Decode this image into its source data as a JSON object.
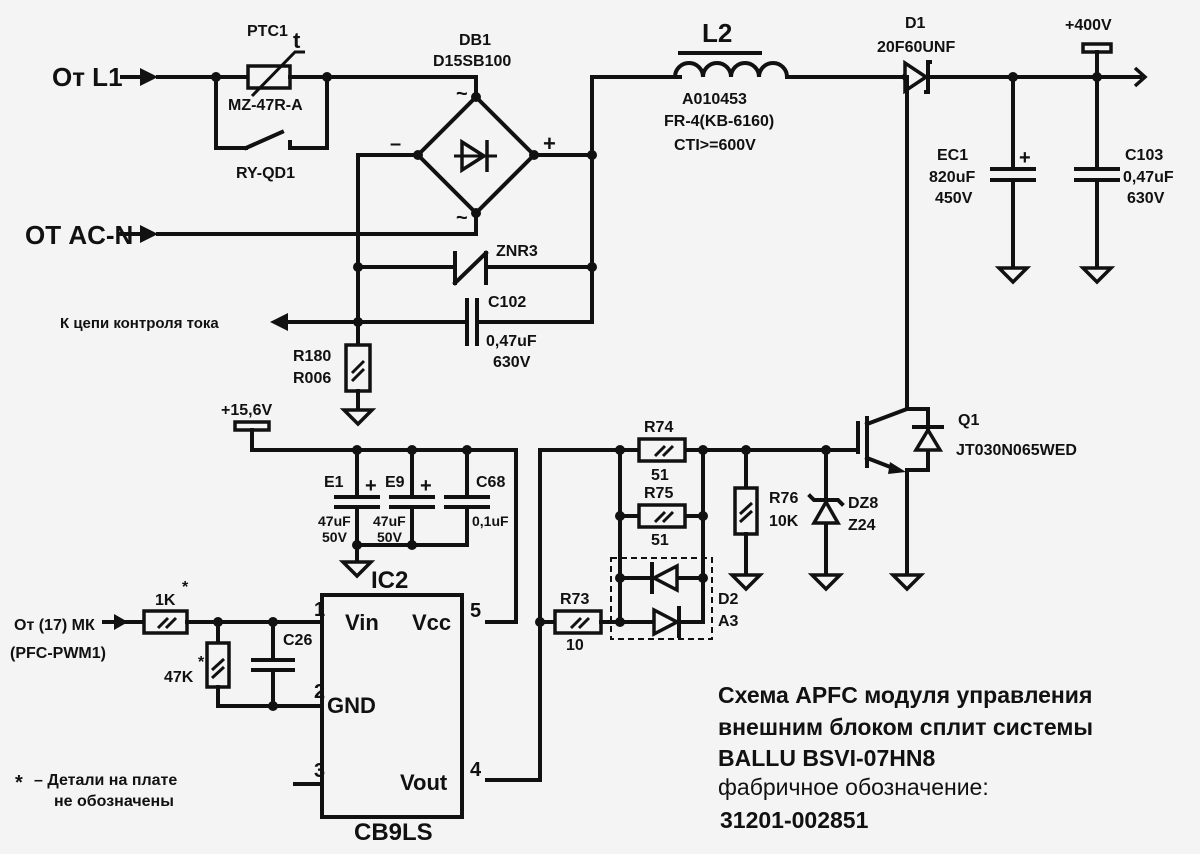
{
  "inputs": {
    "l1": "От L1",
    "acn": "ОТ AC-N",
    "current_ctrl": "К цепи контроля тока",
    "mk": "От (17) МК",
    "mk_sub": "(PFC-PWM1)"
  },
  "components": {
    "ptc1": {
      "ref": "PTC1",
      "t": "t",
      "part": "MZ-47R-A"
    },
    "relay": {
      "ref": "RY-QD1"
    },
    "db1": {
      "ref": "DB1",
      "part": "D15SB100",
      "ac": "~",
      "minus": "–",
      "plus": "+"
    },
    "l2": {
      "ref": "L2",
      "line1": "A010453",
      "line2": "FR-4(KB-6160)",
      "line3": "CTI>=600V"
    },
    "d1": {
      "ref": "D1",
      "part": "20F60UNF"
    },
    "vout": "+400V",
    "ec1": {
      "ref": "EC1",
      "value": "820uF",
      "voltage": "450V",
      "plus": "+"
    },
    "c103": {
      "ref": "C103",
      "value": "0,47uF",
      "voltage": "630V"
    },
    "znr3": {
      "ref": "ZNR3"
    },
    "c102": {
      "ref": "C102",
      "value": "0,47uF",
      "voltage": "630V"
    },
    "r180": {
      "ref": "R180",
      "value": "R006"
    },
    "vcc": "+15,6V",
    "e1": {
      "ref": "E1",
      "value": "47uF",
      "voltage": "50V",
      "plus": "+"
    },
    "e9": {
      "ref": "E9",
      "value": "47uF",
      "voltage": "50V",
      "plus": "+"
    },
    "c68": {
      "ref": "C68",
      "value": "0,1uF"
    },
    "r74": {
      "ref": "R74",
      "value": "51"
    },
    "r75": {
      "ref": "R75",
      "value": "51"
    },
    "r76": {
      "ref": "R76",
      "value": "10K"
    },
    "dz8": {
      "ref": "DZ8",
      "value": "Z24"
    },
    "q1": {
      "ref": "Q1",
      "part": "JT030N065WED"
    },
    "r73": {
      "ref": "R73",
      "value": "10"
    },
    "d2": {
      "ref": "D2",
      "part": "A3"
    },
    "r1k": {
      "value": "1K",
      "star": "*"
    },
    "r47k": {
      "value": "47K",
      "star": "*"
    },
    "c26": {
      "ref": "C26"
    },
    "ic2": {
      "ref": "IC2",
      "part": "CB9LS",
      "pins": [
        {
          "num": "1",
          "name": "Vin"
        },
        {
          "num": "2",
          "name": "GND"
        },
        {
          "num": "3",
          "name": ""
        },
        {
          "num": "4",
          "name": "Vout"
        },
        {
          "num": "5",
          "name": "Vcc"
        }
      ]
    }
  },
  "note": {
    "star": "*",
    "line1": "– Детали на плате",
    "line2": "не обозначены"
  },
  "caption": {
    "line1": "Схема APFC модуля управления",
    "line2": "внешним блоком сплит системы",
    "line3": "BALLU  BSVI-07HN8",
    "line4": "фабричное обозначение:",
    "line5": "31201-002851"
  }
}
